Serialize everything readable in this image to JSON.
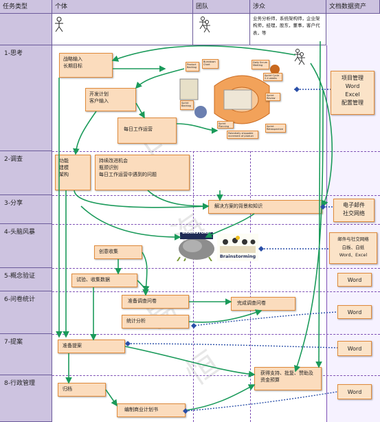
{
  "header": {
    "task_type": "任务类型",
    "individual": "个体",
    "team": "团队",
    "stakeholders": "涉众",
    "doc_assets": "文档数据资产",
    "stakeholders_desc": "业务分析师，系统架构师，企业架构师，经理，股东，董事，客户代表，等"
  },
  "rows": [
    {
      "label": "1-思考"
    },
    {
      "label": "2-调查"
    },
    {
      "label": "3-分享"
    },
    {
      "label": "4-头脑风暴"
    },
    {
      "label": "5-概念验证"
    },
    {
      "label": "6-问卷统计"
    },
    {
      "label": "7-提案"
    },
    {
      "label": "8-行政管理"
    }
  ],
  "boxes": {
    "strategy": [
      "战略输入",
      "长期目标"
    ],
    "dev_plan": [
      "开发计划",
      "客户输入"
    ],
    "daily_ops": "每日工作运营",
    "research_left": [
      "功能",
      "建模",
      "架构"
    ],
    "research_main": [
      "持续改进机会",
      "瓶颈识别",
      "每日工作运营中遇到的问题"
    ],
    "share_bg": "解决方案的背景和知识",
    "idea_collect": "创意收集",
    "trial": "试验、收集数据",
    "questionnaire": "准备调查问卷",
    "complete_questionnaire": "完成调查问卷",
    "stat_analysis": "统计分析",
    "prepare_proposal": "准备提案",
    "get_support": [
      "获得支持、批复、赞助及",
      "资金预算"
    ],
    "archive": "归档",
    "business_plan": "编制商业计划书"
  },
  "docs": {
    "think": [
      "项目管理",
      "Word",
      "Excel",
      "配置管理"
    ],
    "share": [
      "电子邮件",
      "社交网络"
    ],
    "brainstorm": [
      "邮件与社交网络",
      "白板、白纸",
      "Word、Excel"
    ],
    "poc": "Word",
    "survey": "Word",
    "proposal": "Word",
    "admin": "Word"
  },
  "scrum": {
    "product_backlog": "Product Backlog",
    "burndown": "Burndown Chart",
    "daily_scrum": "Daily Scrum Meeting",
    "sprint_cycle": "Sprint Cycle 2-4 weeks",
    "sprint_backlog": "Sprint Backlog",
    "sprint_review": "Sprint Review",
    "sprint_planning": "Sprint Planning",
    "sprint_retro": "Sprint Retrospective",
    "shippable": "Potentially shippable increment of product"
  },
  "brainstorm": {
    "logo_text": "BRAINSTORM",
    "photo_text": "Brainstorming"
  },
  "watermark": [
    "上",
    "海",
    "易",
    "恒"
  ],
  "colors": {
    "header_bg": "#cdc3e0",
    "box_fill": "#fbdcbd",
    "box_border": "#e08a3a",
    "arrow_green": "#1a9a5a",
    "arrow_blue": "#2a4fa8",
    "divider_purple": "#7d4fb5"
  }
}
